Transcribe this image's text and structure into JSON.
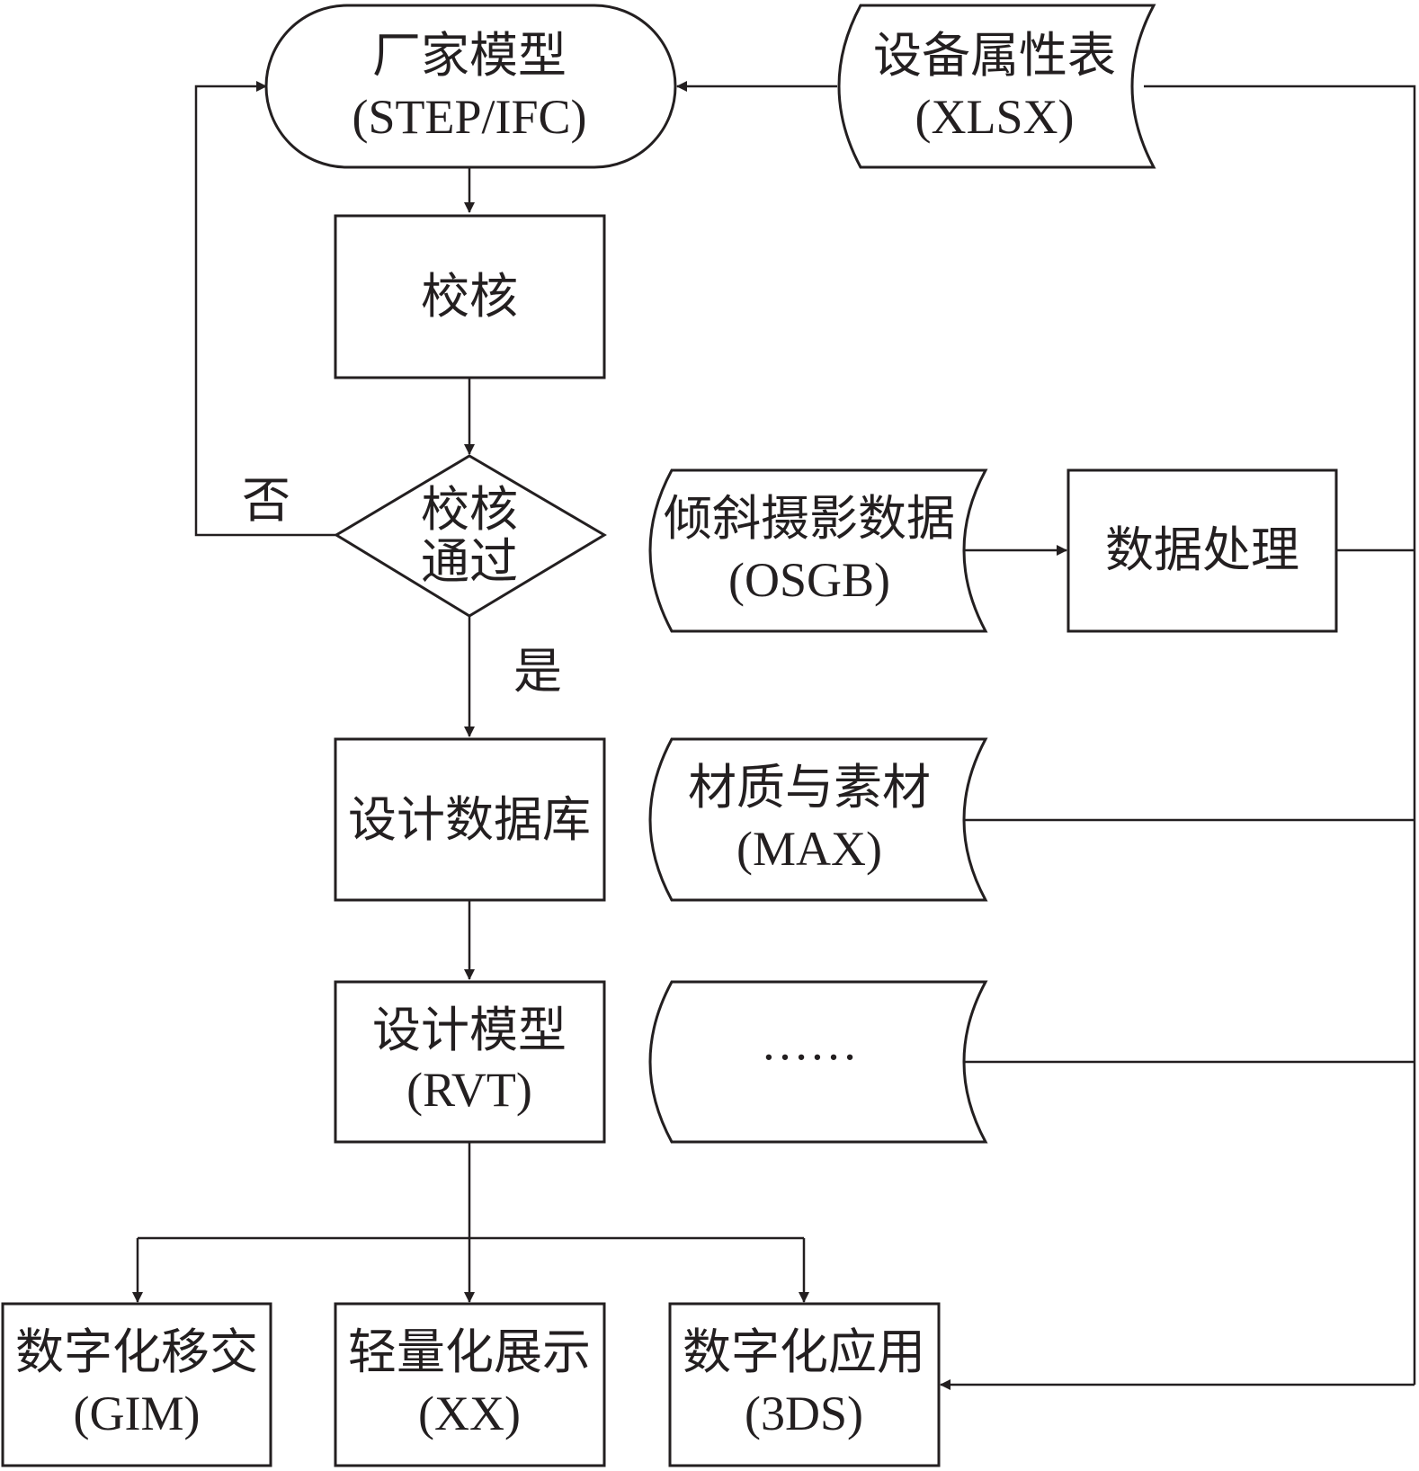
{
  "nodes": {
    "vendor_model": {
      "title": "厂家模型",
      "format": "(STEP/IFC)"
    },
    "equipment_attrs": {
      "title": "设备属性表",
      "format": "(XLSX)"
    },
    "check": {
      "title": "校核"
    },
    "check_pass": {
      "line1": "校核",
      "line2": "通过"
    },
    "oblique_photo": {
      "title": "倾斜摄影数据",
      "format": "(OSGB)"
    },
    "data_processing": {
      "title": "数据处理"
    },
    "design_db": {
      "title": "设计数据库"
    },
    "materials": {
      "title": "材质与素材",
      "format": "(MAX)"
    },
    "design_model": {
      "title": "设计模型",
      "format": "(RVT)"
    },
    "more_inputs": {
      "title": "……"
    },
    "digital_handover": {
      "title": "数字化移交",
      "format": "(GIM)"
    },
    "lightweight_display": {
      "title": "轻量化展示",
      "format": "(XX)"
    },
    "digital_application": {
      "title": "数字化应用",
      "format": "(3DS)"
    }
  },
  "branches": {
    "no": "否",
    "yes": "是"
  }
}
